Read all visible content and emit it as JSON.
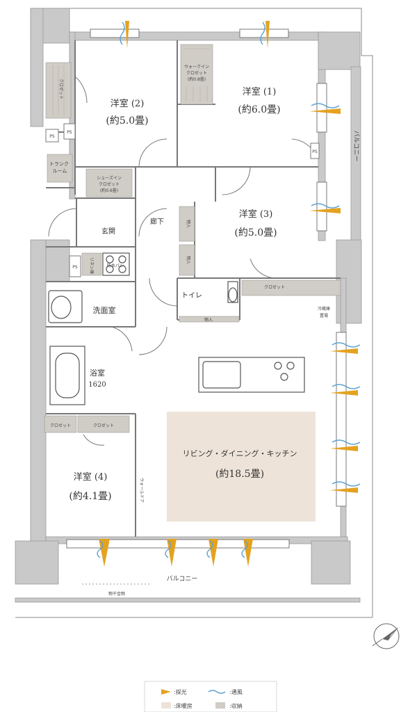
{
  "rooms": {
    "western2": {
      "name": "洋室 (2)",
      "size": "(約5.0畳)"
    },
    "western1": {
      "name": "洋室 (1)",
      "size": "(約6.0畳)"
    },
    "western3": {
      "name": "洋室 (3)",
      "size": "(約5.0畳)"
    },
    "western4": {
      "name": "洋室 (4)",
      "size": "(約4.1畳)"
    },
    "ldk": {
      "name": "リビング・ダイニング・キッチン",
      "size": "(約18.5畳)"
    },
    "entrance": "玄関",
    "corridor": "廊下",
    "toilet": "トイレ",
    "washroom": "洗面室",
    "bath": {
      "name": "浴室",
      "size": "1620"
    },
    "trunk_room": "トランク\nルーム"
  },
  "storage": {
    "closet_w2": "クロゼット",
    "walkin": {
      "line1": "ウォークイン",
      "line2": "クロゼット",
      "line3": "(約0.8畳)"
    },
    "shoes": {
      "line1": "シューズイン",
      "line2": "クロゼット",
      "line3": "(約0.6畳)"
    },
    "closet_toilet": "クロゼット",
    "closet_w4_a": "クロゼット",
    "closet_w4_b": "クロゼット",
    "linen": "リネン庫",
    "storage_hall_1": "物入",
    "storage_hall_2": "物入",
    "storage_toilet": "物入",
    "fridge": {
      "line1": "冷蔵庫",
      "line2": "置場"
    },
    "ps1": "PS",
    "ps2": "PS",
    "ps3": "PS",
    "ps4": "PS",
    "waterproof_pan": "防水パン",
    "wall_door": "ウォールドア"
  },
  "balcony": {
    "right": "バルコニー",
    "bottom": "バルコニー",
    "drying": "物干金物"
  },
  "legend": {
    "sunlight": ":採光",
    "wind": ":通風",
    "floor_heating": ":床暖房",
    "storage": ":収納"
  },
  "colors": {
    "wall": "#c9c9c9",
    "floor_heating": "#eee3d8",
    "storage": "#d0ccc6",
    "sunlight": "#e4a21f",
    "wind": "#5aa0cf"
  },
  "compass": "north-arrow-icon"
}
